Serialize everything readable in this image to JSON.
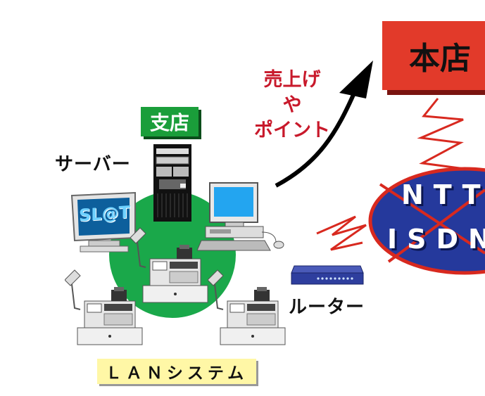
{
  "labels": {
    "branch": "支店",
    "server": "サーバー",
    "sales_line1": "売上げ",
    "sales_line2": "や",
    "sales_line3": "ポイント",
    "head_office": "本店",
    "ntt": "NTT",
    "isdn": "ISDN",
    "router": "ルーター",
    "lan_system": "ＬＡＮシステム",
    "slat_logo": "SL@T"
  },
  "colors": {
    "green_circle": "#1aa84a",
    "red_text": "#c8192b",
    "head_office_box": "#e23a2a",
    "network_ellipse": "#25399c",
    "lan_label_bg": "#fff7a6"
  }
}
